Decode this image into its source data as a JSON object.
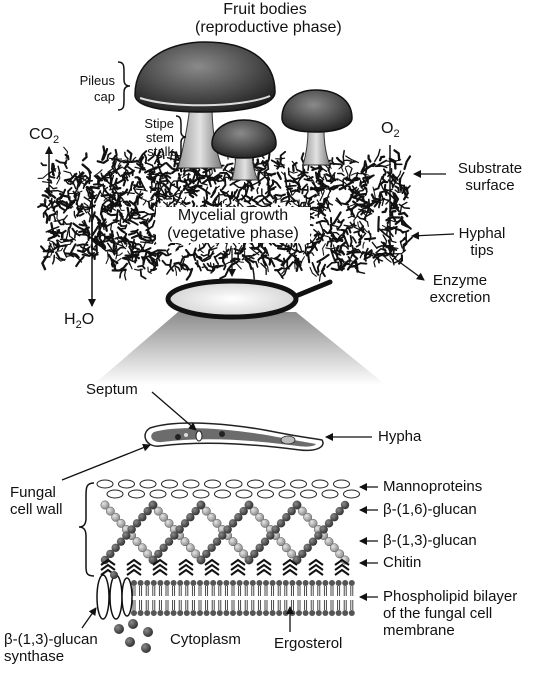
{
  "labels": {
    "fruit_bodies": "Fruit bodies",
    "reproductive_phase": "(reproductive phase)",
    "pileus": "Pileus",
    "cap": "cap",
    "stipe": "Stipe",
    "stem": "stem",
    "stalk": "stalk",
    "co2": "CO",
    "co2_sub": "2",
    "o2": "O",
    "o2_sub": "2",
    "substrate": "Substrate",
    "surface": "surface",
    "mycelial_growth": "Mycelial growth",
    "vegetative_phase": "(vegetative phase)",
    "hyphal": "Hyphal",
    "tips": "tips",
    "h2o": "H",
    "h2o_sub": "2",
    "h2o_o": "O",
    "enzyme": "Enzyme",
    "excretion": "excretion",
    "septum": "Septum",
    "hypha": "Hypha",
    "fungal": "Fungal",
    "cell_wall": "cell wall",
    "mannoproteins": "Mannoproteins",
    "beta16": "β-(1,6)-glucan",
    "beta13": "β-(1,3)-glucan",
    "chitin": "Chitin",
    "phospholipid_1": "Phospholipid bilayer",
    "phospholipid_2": "of the fungal cell",
    "phospholipid_3": "membrane",
    "synthase_1": "β-(1,3)-glucan",
    "synthase_2": "synthase",
    "cytoplasm": "Cytoplasm",
    "ergosterol": "Ergosterol"
  },
  "colors": {
    "ink": "#111111",
    "dark_sphere": "#444444",
    "light_sphere": "#aaaaaa",
    "membrane": "#555555"
  }
}
